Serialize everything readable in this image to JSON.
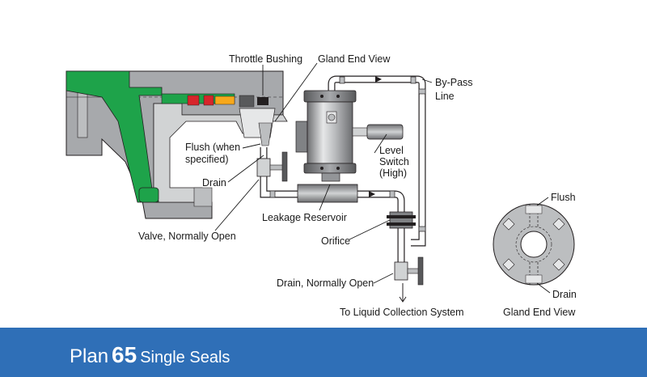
{
  "labels": {
    "throttle_bushing": "Throttle Bushing",
    "gland_end_view_top": "Gland End View",
    "bypass_line_1": "By-Pass",
    "bypass_line_2": "Line",
    "flush_specified_1": "Flush (when",
    "flush_specified_2": "specified)",
    "drain_left": "Drain",
    "level_switch_1": "Level",
    "level_switch_2": "Switch",
    "level_switch_3": "(High)",
    "leakage_reservoir": "Leakage Reservoir",
    "valve_normally_open": "Valve, Normally Open",
    "orifice": "Orifice",
    "drain_normally_open": "Drain, Normally Open",
    "to_collection": "To Liquid Collection System",
    "flush_right": "Flush",
    "drain_right": "Drain",
    "gland_end_view_bottom": "Gland End View"
  },
  "footer": {
    "word": "Plan",
    "number": "65",
    "subtitle": "Single Seals"
  },
  "colors": {
    "footer_bg": "#2f6fb7",
    "housing_gray": "#a7a9ac",
    "seal_green": "#1ea34a",
    "pipe": "#ffffff"
  }
}
